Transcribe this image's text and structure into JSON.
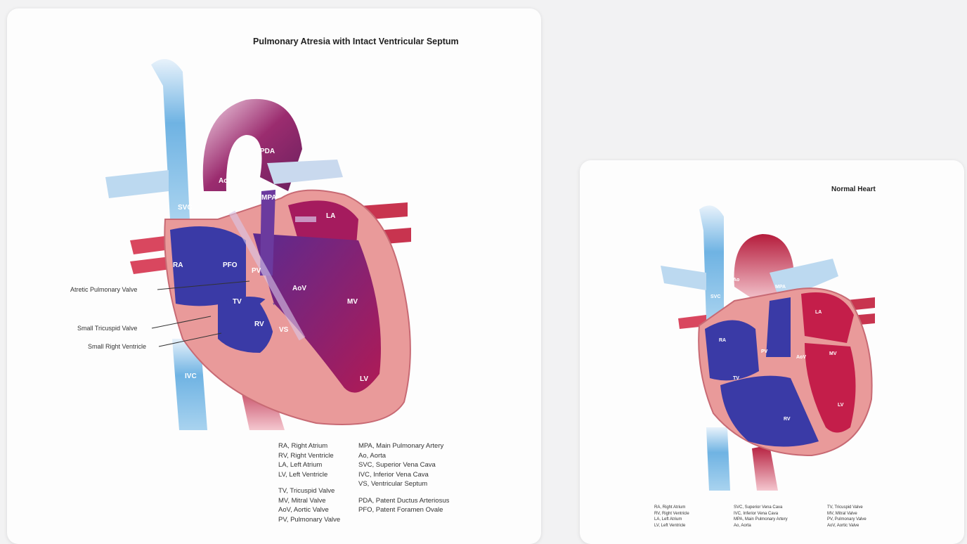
{
  "diagram_a": {
    "title": "Pulmonary Atresia with Intact Ventricular Septum",
    "labels": {
      "pda": "PDA",
      "ao": "Ao",
      "mpa": "MPA",
      "svc": "SVC",
      "la": "LA",
      "ra": "RA",
      "pfo": "PFO",
      "pv": "PV",
      "aov": "AoV",
      "mv": "MV",
      "tv": "TV",
      "rv": "RV",
      "vs": "VS",
      "lv": "LV",
      "ivc": "IVC"
    },
    "annotations": {
      "atretic": "Atretic Pulmonary Valve",
      "small_tv": "Small Tricuspid Valve",
      "small_rv": "Small Right Ventricle"
    },
    "legend": {
      "col1": [
        "RA, Right Atrium",
        "RV, Right Ventricle",
        "LA, Left Atrium",
        "LV, Left Ventricle",
        "",
        "TV, Tricuspid Valve",
        "MV, Mitral Valve",
        "AoV, Aortic Valve",
        "PV, Pulmonary Valve"
      ],
      "col2": [
        "MPA, Main Pulmonary Artery",
        "Ao, Aorta",
        "SVC, Superior Vena Cava",
        "IVC, Inferior Vena Cava",
        "VS, Ventricular Septum",
        "",
        "PDA, Patent Ductus Arteriosus",
        "PFO, Patent Foramen Ovale"
      ]
    }
  },
  "diagram_b": {
    "title": "Normal Heart",
    "labels": {
      "ao": "Ao",
      "mpa": "MPA",
      "svc": "SVC",
      "la": "LA",
      "ra": "RA",
      "pv": "PV",
      "aov": "AoV",
      "mv": "MV",
      "tv": "TV",
      "rv": "RV",
      "lv": "LV"
    },
    "legend": {
      "col1": [
        "RA, Right Atrium",
        "RV, Right Ventricle",
        "LA, Left Atrium",
        "LV, Left Ventricle"
      ],
      "col2": [
        "SVC, Superior Vena Cava",
        "IVC, Inferior Vena Cava",
        "MPA, Main Pulmonary Artery",
        "Ao, Aorta"
      ],
      "col3": [
        "TV, Tricuspid Valve",
        "MV, Mitral Valve",
        "PV, Pulmonary Valve",
        "AoV, Aortic Valve"
      ]
    }
  },
  "colors": {
    "deoxygenated": "#3a3aa6",
    "oxygenated": "#c41e4a",
    "mixed": "#7a2a7e",
    "wall": "#e99a9a",
    "vessel_blue": "#8fc3e6"
  }
}
